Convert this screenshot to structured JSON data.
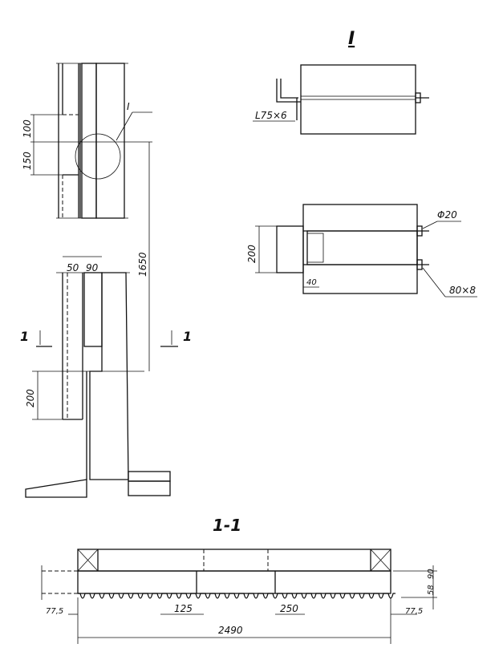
{
  "detail_title": "I",
  "detail_marker": "I",
  "labels": {
    "angle": "L75×6",
    "rod": "Φ20",
    "plate": "80×8"
  },
  "dimensions": {
    "d100": "100",
    "d150": "150",
    "d1650": "1650",
    "d50": "50",
    "d90": "90",
    "d200_wall": "200",
    "d200_detail": "200",
    "d40": "40",
    "d77_5_left": "77,5",
    "d125": "125",
    "d250": "250",
    "d2490": "2490",
    "d77_5_right": "77,5",
    "d58": "58",
    "d90_section": "90"
  },
  "section": {
    "mark_left": "1",
    "mark_right": "1",
    "title": "1-1"
  }
}
